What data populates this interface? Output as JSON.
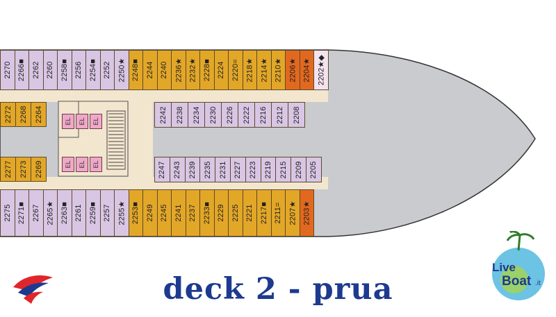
{
  "title": "deck  2  -  prua",
  "brand": {
    "line1": "Live",
    "line2": "Boat",
    "suffix": ".it"
  },
  "colors": {
    "inside": "#d9c6e4",
    "outside": "#e3a728",
    "suite": "#e3681f",
    "special": "#f2e3ee",
    "hull": "#c9cbce",
    "corridor": "#f3e6cf",
    "title": "#1d3a8f"
  },
  "elevator_label": "EL",
  "cabins": {
    "top_row": [
      {
        "n": "2270",
        "t": "inside"
      },
      {
        "n": "2266■",
        "t": "inside"
      },
      {
        "n": "2262",
        "t": "inside"
      },
      {
        "n": "2260",
        "t": "inside"
      },
      {
        "n": "2258■",
        "t": "inside"
      },
      {
        "n": "2256",
        "t": "inside"
      },
      {
        "n": "2254■",
        "t": "inside"
      },
      {
        "n": "2252",
        "t": "inside"
      },
      {
        "n": "2250★",
        "t": "inside"
      },
      {
        "n": "2248■",
        "t": "outside"
      },
      {
        "n": "2244",
        "t": "outside"
      },
      {
        "n": "2240",
        "t": "outside"
      },
      {
        "n": "2236★",
        "t": "outside"
      },
      {
        "n": "2232★",
        "t": "outside"
      },
      {
        "n": "2228■",
        "t": "outside"
      },
      {
        "n": "2224",
        "t": "outside"
      },
      {
        "n": "2220=",
        "t": "outside"
      },
      {
        "n": "2218★",
        "t": "outside"
      },
      {
        "n": "2214★",
        "t": "outside"
      },
      {
        "n": "2210★",
        "t": "outside"
      },
      {
        "n": "2206★",
        "t": "suite"
      },
      {
        "n": "2204★",
        "t": "suite"
      },
      {
        "n": "2202★◆",
        "t": "special"
      }
    ],
    "bottom_row": [
      {
        "n": "2275",
        "t": "inside"
      },
      {
        "n": "2271■",
        "t": "inside"
      },
      {
        "n": "2267",
        "t": "inside"
      },
      {
        "n": "2265★",
        "t": "inside"
      },
      {
        "n": "2263■",
        "t": "inside"
      },
      {
        "n": "2261",
        "t": "inside"
      },
      {
        "n": "2259■",
        "t": "inside"
      },
      {
        "n": "2257",
        "t": "inside"
      },
      {
        "n": "2255★",
        "t": "inside"
      },
      {
        "n": "2253■",
        "t": "outside"
      },
      {
        "n": "2249",
        "t": "outside"
      },
      {
        "n": "2245",
        "t": "outside"
      },
      {
        "n": "2241",
        "t": "outside"
      },
      {
        "n": "2237",
        "t": "outside"
      },
      {
        "n": "2233■",
        "t": "outside"
      },
      {
        "n": "2229",
        "t": "outside"
      },
      {
        "n": "2225",
        "t": "outside"
      },
      {
        "n": "2221",
        "t": "outside"
      },
      {
        "n": "2217■",
        "t": "outside"
      },
      {
        "n": "2211=",
        "t": "outside"
      },
      {
        "n": "2207★",
        "t": "outside"
      },
      {
        "n": "2203★",
        "t": "suite"
      }
    ],
    "left_upper": [
      {
        "n": "2272",
        "t": "outside"
      },
      {
        "n": "2268",
        "t": "outside"
      },
      {
        "n": "2264",
        "t": "outside"
      }
    ],
    "left_lower": [
      {
        "n": "2277",
        "t": "outside"
      },
      {
        "n": "2273",
        "t": "outside"
      },
      {
        "n": "2269",
        "t": "outside"
      }
    ],
    "center_upper": [
      {
        "n": "2242",
        "t": "inside"
      },
      {
        "n": "2238",
        "t": "inside"
      },
      {
        "n": "2234",
        "t": "inside"
      },
      {
        "n": "2230",
        "t": "inside"
      },
      {
        "n": "2226",
        "t": "inside"
      },
      {
        "n": "2222",
        "t": "inside"
      },
      {
        "n": "2216",
        "t": "inside"
      },
      {
        "n": "2212",
        "t": "inside"
      },
      {
        "n": "2208",
        "t": "inside"
      }
    ],
    "center_lower": [
      {
        "n": "2247",
        "t": "inside"
      },
      {
        "n": "2243",
        "t": "inside"
      },
      {
        "n": "2239",
        "t": "inside"
      },
      {
        "n": "2235",
        "t": "inside"
      },
      {
        "n": "2231",
        "t": "inside"
      },
      {
        "n": "2227",
        "t": "inside"
      },
      {
        "n": "2223",
        "t": "inside"
      },
      {
        "n": "2219",
        "t": "inside"
      },
      {
        "n": "2215",
        "t": "inside"
      },
      {
        "n": "2209",
        "t": "inside"
      },
      {
        "n": "2205",
        "t": "inside"
      }
    ]
  }
}
